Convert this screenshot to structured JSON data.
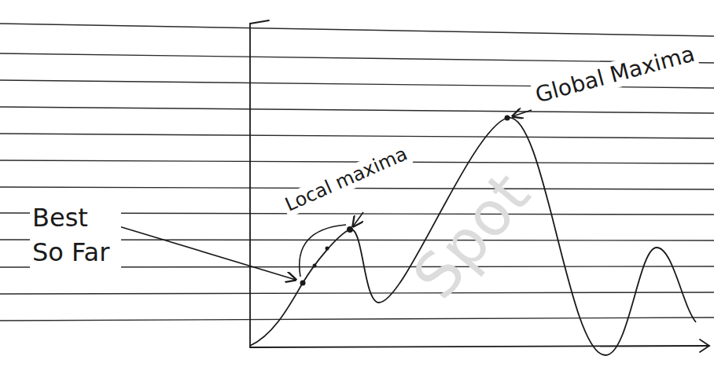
{
  "diagram": {
    "labels": [
      "Best So Far",
      "Local maxima",
      "Global Maxima",
      "Spot"
    ]
  }
}
